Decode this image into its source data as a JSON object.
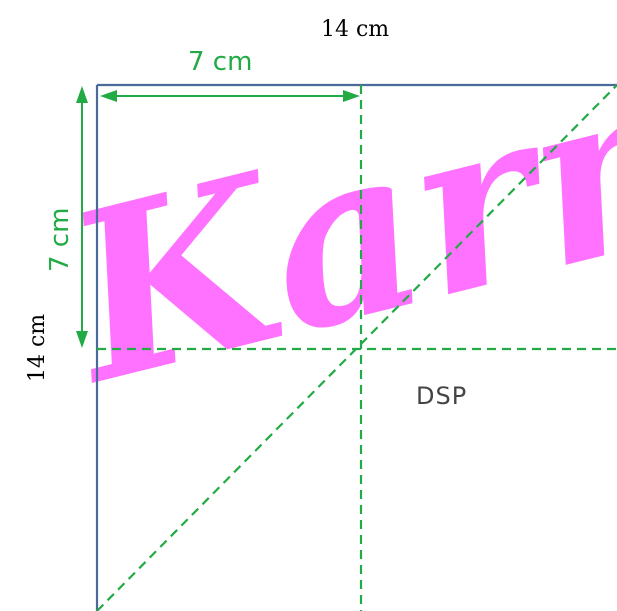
{
  "diagram": {
    "outer_width_label": "14 cm",
    "outer_height_label": "14 cm",
    "inner_width_label": "7 cm",
    "inner_height_label": "7 cm",
    "center_label": "DSP"
  },
  "colors": {
    "outline": "#4a6a9a",
    "fold": "#22aa44",
    "dimension": "#22aa44",
    "watermark": "#ff33ff",
    "text": "#000000",
    "dsp": "#444444"
  }
}
